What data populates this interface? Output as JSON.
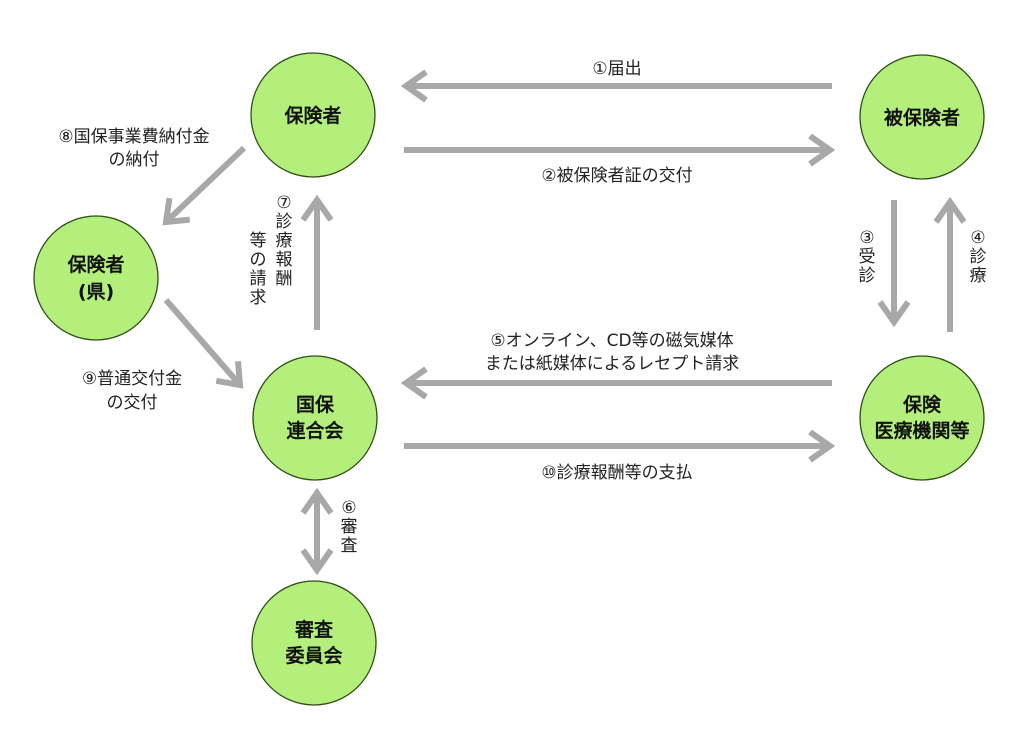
{
  "nodes": {
    "insurer": "保険者",
    "insured": "被保険者",
    "prefecture_line1": "保険者",
    "prefecture_line2": "(県)",
    "federation_line1": "国保",
    "federation_line2": "連合会",
    "medical_line1": "保険",
    "medical_line2": "医療機関等",
    "committee_line1": "審査",
    "committee_line2": "委員会"
  },
  "edges": {
    "notification": "①届出",
    "card_issue": "②被保険者証の交付",
    "consultation": "③受診",
    "treatment": "④診療",
    "receipt_line1": "⑤オンライン、CD等の磁気媒体",
    "receipt_line2": "または紙媒体によるレセプト請求",
    "review": "⑥審査",
    "billing": "⑦診療報酬等の請求",
    "levy_line1": "⑧国保事業費納付金",
    "levy_line2": "の納付",
    "grant_line1": "⑨普通交付金",
    "grant_line2": "の交付",
    "payment": "⑩診療報酬等の支払"
  },
  "colors": {
    "node_fill": "#b5ef7b",
    "node_stroke": "#2e4d16",
    "arrow": "#a8a8a8"
  }
}
